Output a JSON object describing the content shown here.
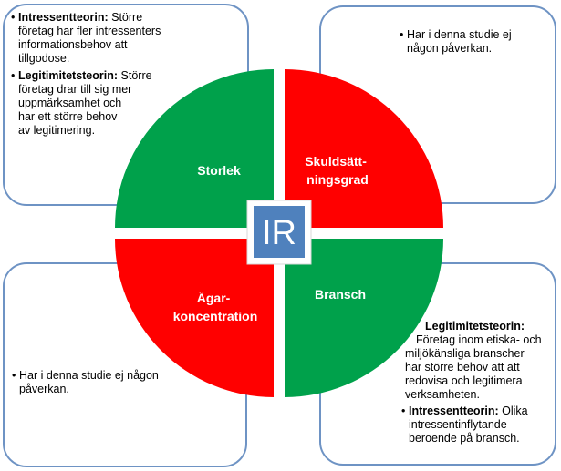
{
  "center": {
    "label": "IR"
  },
  "segments": {
    "top_left": {
      "label_lines": [
        "Storlek"
      ],
      "color": "#00a14b"
    },
    "top_right": {
      "label_lines": [
        "Skuldsätt-",
        "ningsgrad"
      ],
      "color": "#ff0000"
    },
    "bottom_left": {
      "label_lines": [
        "Ägar-",
        "koncentration"
      ],
      "color": "#ff0000"
    },
    "bottom_right": {
      "label_lines": [
        "Bransch"
      ],
      "color": "#00a14b"
    }
  },
  "boxes": {
    "top_left": {
      "p1_bold": "Intressentteorin:",
      "p1_rest": " Större",
      "p1_l2": "företag har fler  intressenters",
      "p1_l3": "informationsbehov   att",
      "p1_l4": "tillgodose.",
      "p2_bold": "Legitimitetsteorin:",
      "p2_rest": " Större",
      "p2_l2": "företag drar till sig mer",
      "p2_l3": "uppmärksamhet och",
      "p2_l4": "har ett större behov",
      "p2_l5": "av legitimering."
    },
    "top_right": {
      "l1": "Har i denna studie ej",
      "l2": "någon påverkan."
    },
    "bottom_left": {
      "l1": "Har i denna studie ej någon",
      "l2": "påverkan."
    },
    "bottom_right": {
      "p1_bold": "Legitimitetsteorin:",
      "p1_l2": "Företag inom etiska- och",
      "p1_l3": "miljökänsliga branscher",
      "p1_l4": "har större behov att att",
      "p1_l5": "redovisa och legitimera",
      "p1_l6": "verksamheten.",
      "p2_bold": "Intressentteorin:",
      "p2_rest": " Olika",
      "p2_l2": "intressentinflytande",
      "p2_l3": "beroende på bransch."
    }
  },
  "colors": {
    "green": "#00a14b",
    "red": "#ff0000",
    "box_border": "#6e93c4",
    "center_fill": "#4f81bd"
  }
}
